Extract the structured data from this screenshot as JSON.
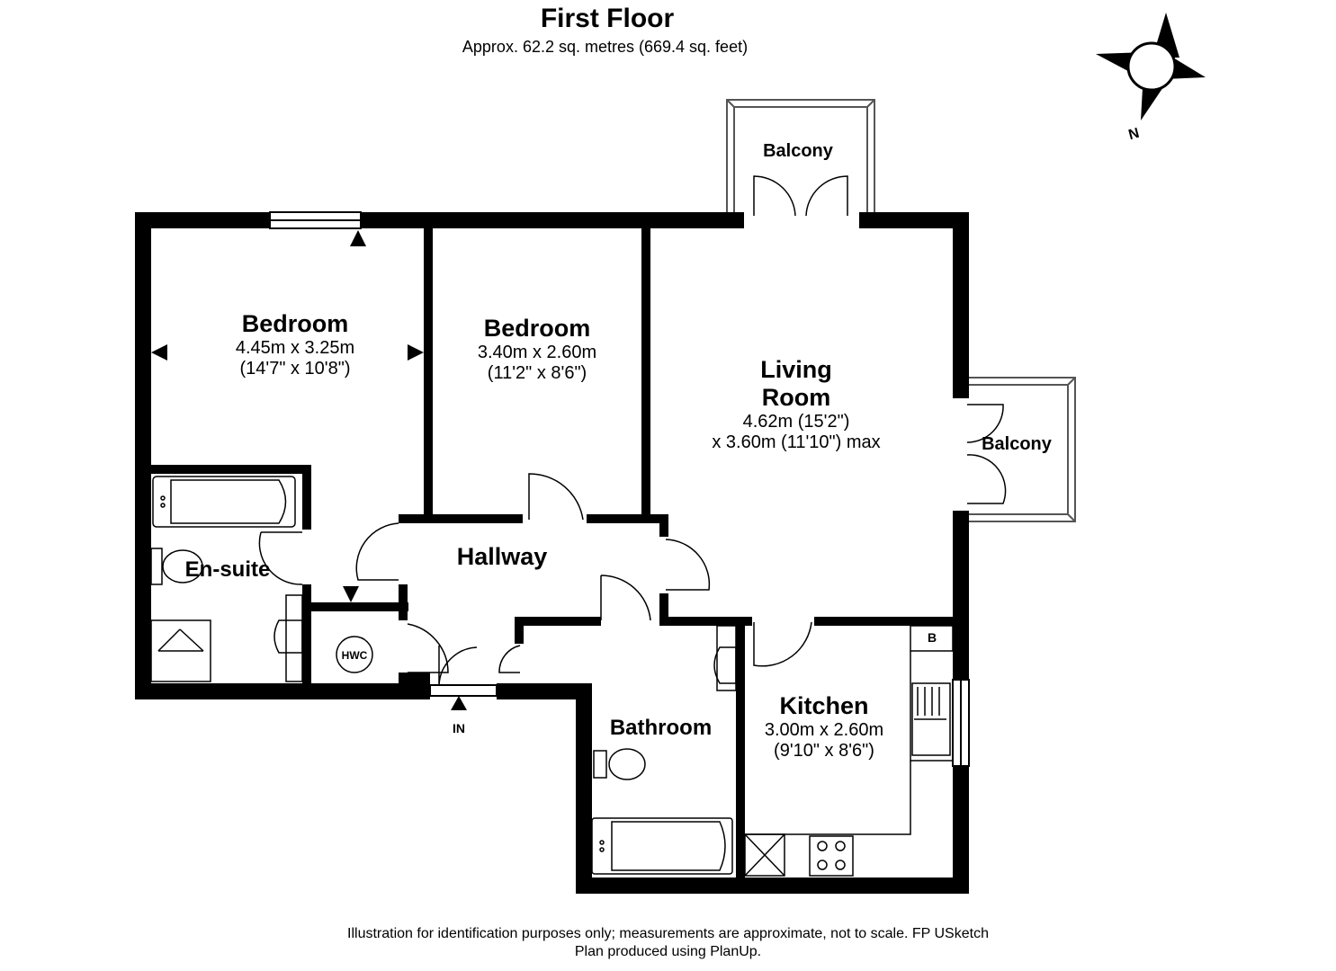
{
  "header": {
    "title": "First Floor",
    "subtitle": "Approx. 62.2 sq. metres (669.4 sq. feet)"
  },
  "compass": {
    "label": "N"
  },
  "rooms": {
    "bedroom1": {
      "name": "Bedroom",
      "dim_metric": "4.45m x 3.25m",
      "dim_imperial": "(14'7\" x 10'8\")"
    },
    "bedroom2": {
      "name": "Bedroom",
      "dim_metric": "3.40m x 2.60m",
      "dim_imperial": "(11'2\" x 8'6\")"
    },
    "living": {
      "name_line1": "Living",
      "name_line2": "Room",
      "dim_line1": "4.62m (15'2\")",
      "dim_line2": "x 3.60m (11'10\") max"
    },
    "hallway": {
      "name": "Hallway"
    },
    "ensuite": {
      "name": "En-suite"
    },
    "bathroom": {
      "name": "Bathroom"
    },
    "kitchen": {
      "name": "Kitchen",
      "dim_metric": "3.00m x 2.60m",
      "dim_imperial": "(9'10\" x 8'6\")"
    },
    "balcony_top": {
      "name": "Balcony"
    },
    "balcony_right": {
      "name": "Balcony"
    }
  },
  "fixtures": {
    "hwc": "HWC",
    "boiler": "B",
    "entrance": "IN"
  },
  "footer": {
    "line1": "Illustration for identification purposes only; measurements are approximate, not to scale. FP USketch",
    "line2": "Plan produced using PlanUp."
  }
}
